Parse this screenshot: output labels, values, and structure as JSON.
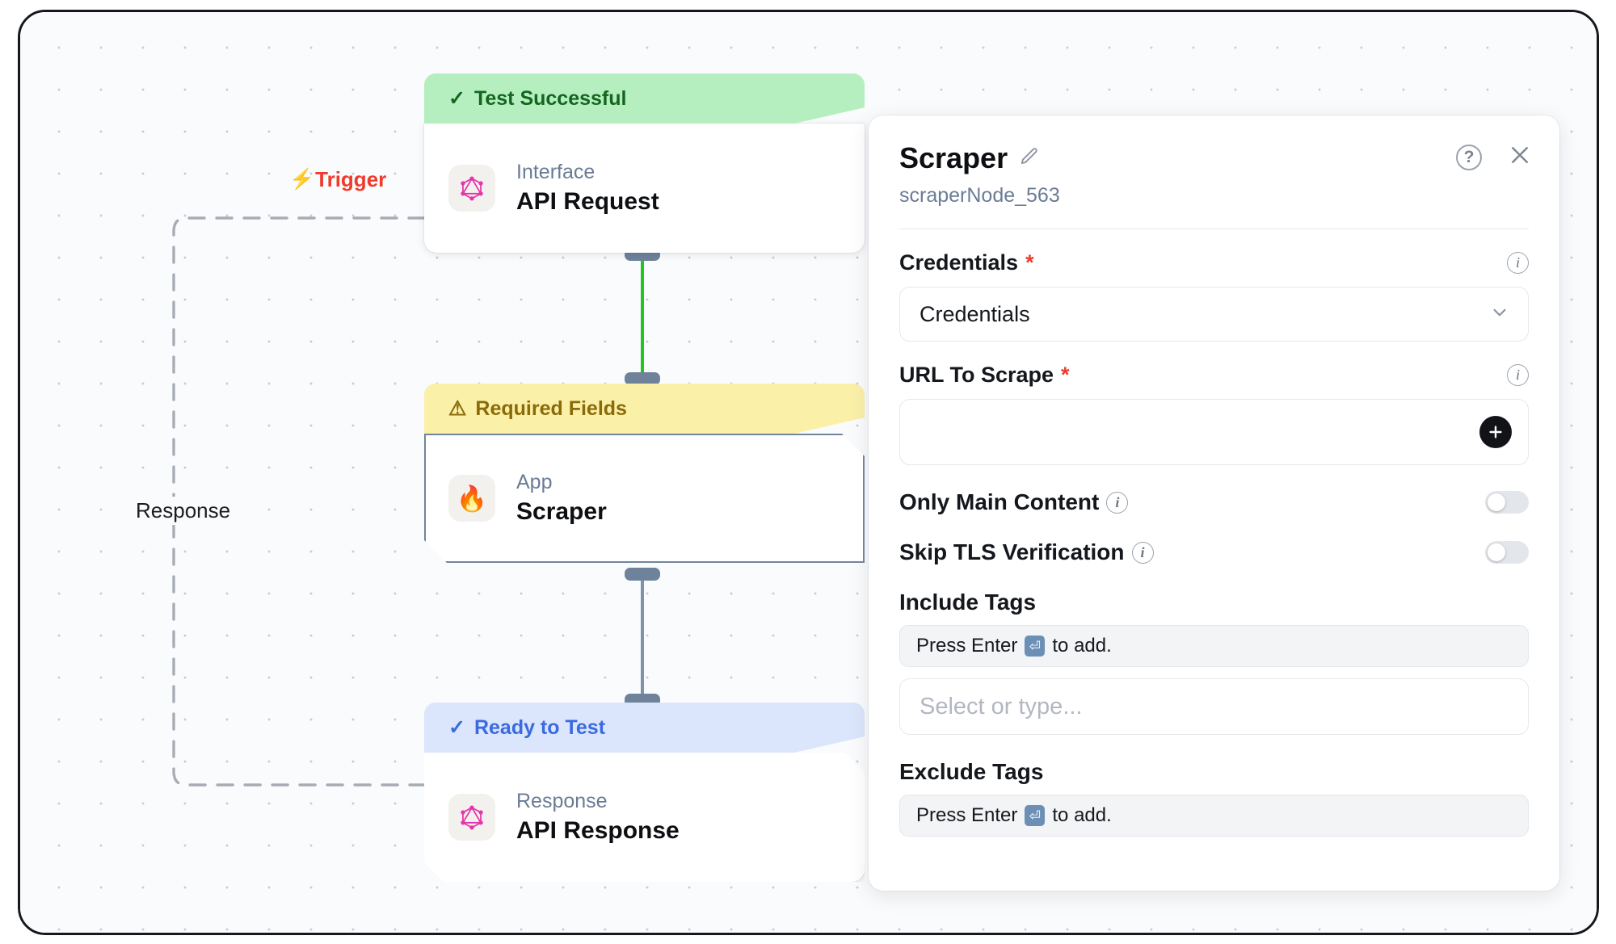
{
  "canvas": {
    "trigger_label": "Trigger",
    "trigger_bolt": "⚡",
    "trigger_color": "#ef3b2d",
    "response_edge_label": "Response"
  },
  "nodes": [
    {
      "banner_status": "Test Successful",
      "banner_tick": "✓",
      "kind": "Interface",
      "title": "API Request",
      "icon": "graphql-icon"
    },
    {
      "banner_status": "Required Fields",
      "banner_tick": "⚠",
      "kind": "App",
      "title": "Scraper",
      "icon": "flame-icon"
    },
    {
      "banner_status": "Ready to Test",
      "banner_tick": "✓",
      "kind": "Response",
      "title": "API Response",
      "icon": "graphql-icon"
    }
  ],
  "panel": {
    "title": "Scraper",
    "subtitle": "scraperNode_563",
    "edit_icon": "pencil-icon",
    "help_icon": "question-circle-icon",
    "close_icon": "close-icon",
    "fields": {
      "credentials": {
        "label": "Credentials",
        "required_marker": "*",
        "info_icon": "info-icon",
        "value": "Credentials",
        "chevron_icon": "chevron-down-icon"
      },
      "url_to_scrape": {
        "label": "URL To Scrape",
        "required_marker": "*",
        "info_icon": "info-icon",
        "value": "",
        "add_icon": "plus-icon"
      },
      "only_main_content": {
        "label": "Only Main Content",
        "info_icon": "info-icon",
        "toggle_on": false
      },
      "skip_tls_verification": {
        "label": "Skip TLS Verification",
        "info_icon": "info-icon",
        "toggle_on": false
      },
      "include_tags": {
        "label": "Include Tags",
        "hint_before": "Press Enter",
        "hint_key": "⏎",
        "hint_after": "to add.",
        "placeholder": "Select or type..."
      },
      "exclude_tags": {
        "label": "Exclude Tags",
        "hint_before": "Press Enter",
        "hint_key": "⏎",
        "hint_after": "to add."
      }
    }
  },
  "colors": {
    "success_bg": "#b6efbf",
    "success_fg": "#14651f",
    "warning_bg": "#fbf0a8",
    "warning_fg": "#8a6a09",
    "ready_bg": "#dbe5fb",
    "ready_fg": "#3a6ae0",
    "edge_active": "#22c522",
    "edge_idle": "#6e8299",
    "accent_pink": "#e535ab"
  }
}
